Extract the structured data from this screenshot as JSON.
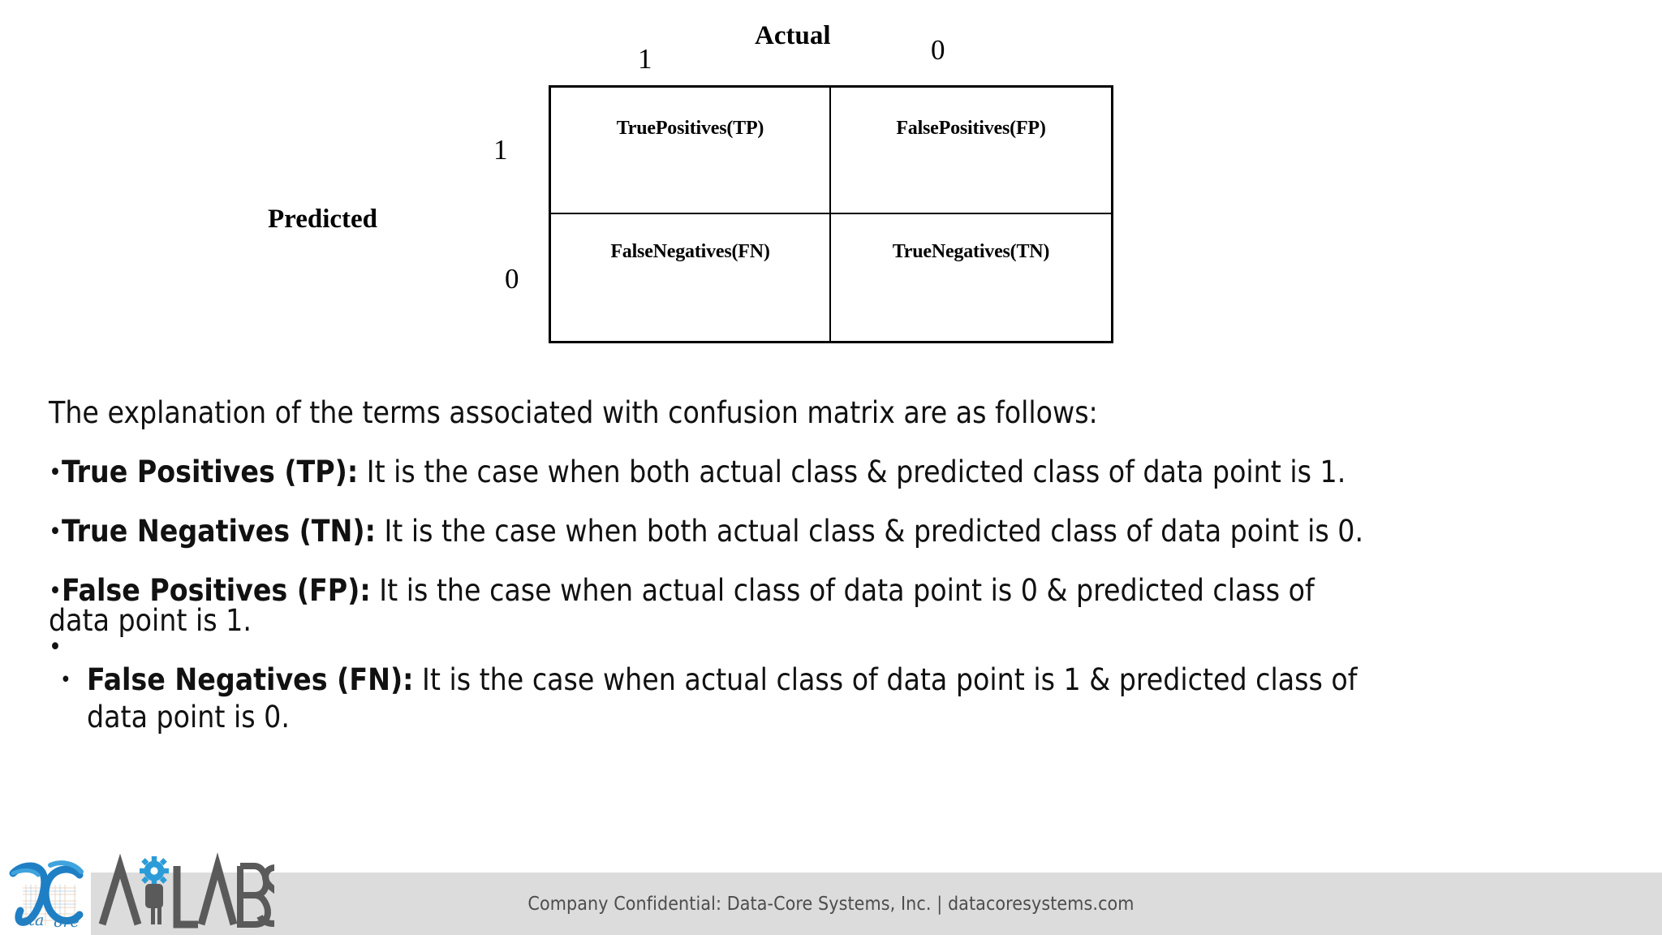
{
  "slide": {
    "background_color": "#ffffff",
    "text_color": "#111111"
  },
  "matrix": {
    "column_axis_title": "Actual",
    "row_axis_title": "Predicted",
    "column_ticks": [
      "1",
      "0"
    ],
    "row_ticks": [
      "1",
      "0"
    ],
    "cells": [
      [
        "TruePositives(TP)",
        "FalsePositives(FP)"
      ],
      [
        "FalseNegatives(FN)",
        "TrueNegatives(TN)"
      ]
    ],
    "border_color": "#000000"
  },
  "body": {
    "intro": "The explanation of the terms associated with confusion matrix are as follows:",
    "bullet_char": "•",
    "items": [
      {
        "label": "True Positives (TP):",
        "text": " It is the case when both actual class & predicted class of data point is 1."
      },
      {
        "label": "True Negatives (TN):",
        "text": " It is the case when both actual class & predicted class of data point is 0."
      },
      {
        "label": "False Positives (FP):",
        "text": " It is the case when actual class of data point is 0 & predicted class of",
        "text_line2": "data point is 1."
      },
      {
        "label": "False Negatives (FN):",
        "text": " It is the case when actual class of data point is 1 & predicted class of",
        "text_line2": "data point is 0."
      }
    ]
  },
  "footer": {
    "bar_color": "#dcdcdc",
    "text": "Company Confidential: Data-Core Systems, Inc.  |  datacoresystems.com",
    "text_color": "#4d4d4d",
    "logo_datacore": "datacore-logo",
    "logo_ailabs": "ai-labs-logo",
    "logo_accent_color": "#2b9cd8",
    "logo_gray_color": "#5a5a5a"
  }
}
